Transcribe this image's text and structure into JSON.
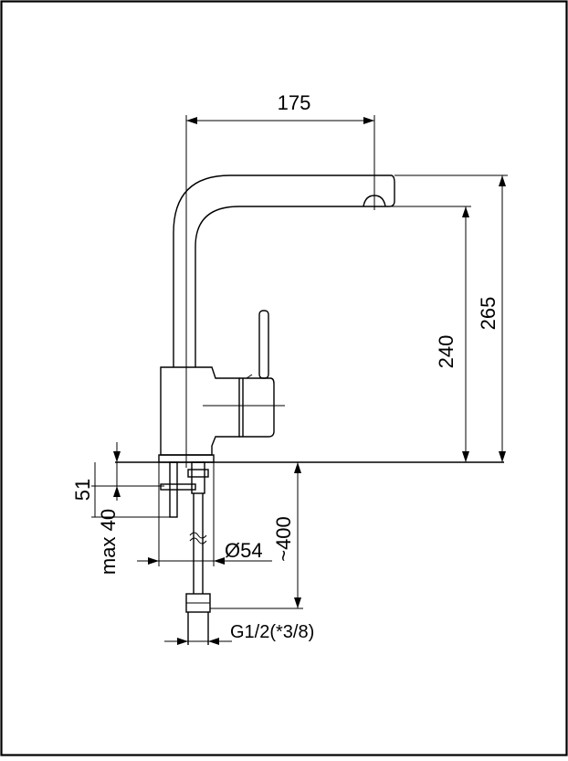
{
  "diagram": {
    "dimensions": {
      "reach": "175",
      "total_height": "265",
      "spout_height": "240",
      "hose_length": "~400",
      "base_diameter": "Ø54",
      "counter_thickness_a": "51",
      "counter_thickness_b": "max 40",
      "connection_thread": "G1/2(*3/8)"
    }
  }
}
